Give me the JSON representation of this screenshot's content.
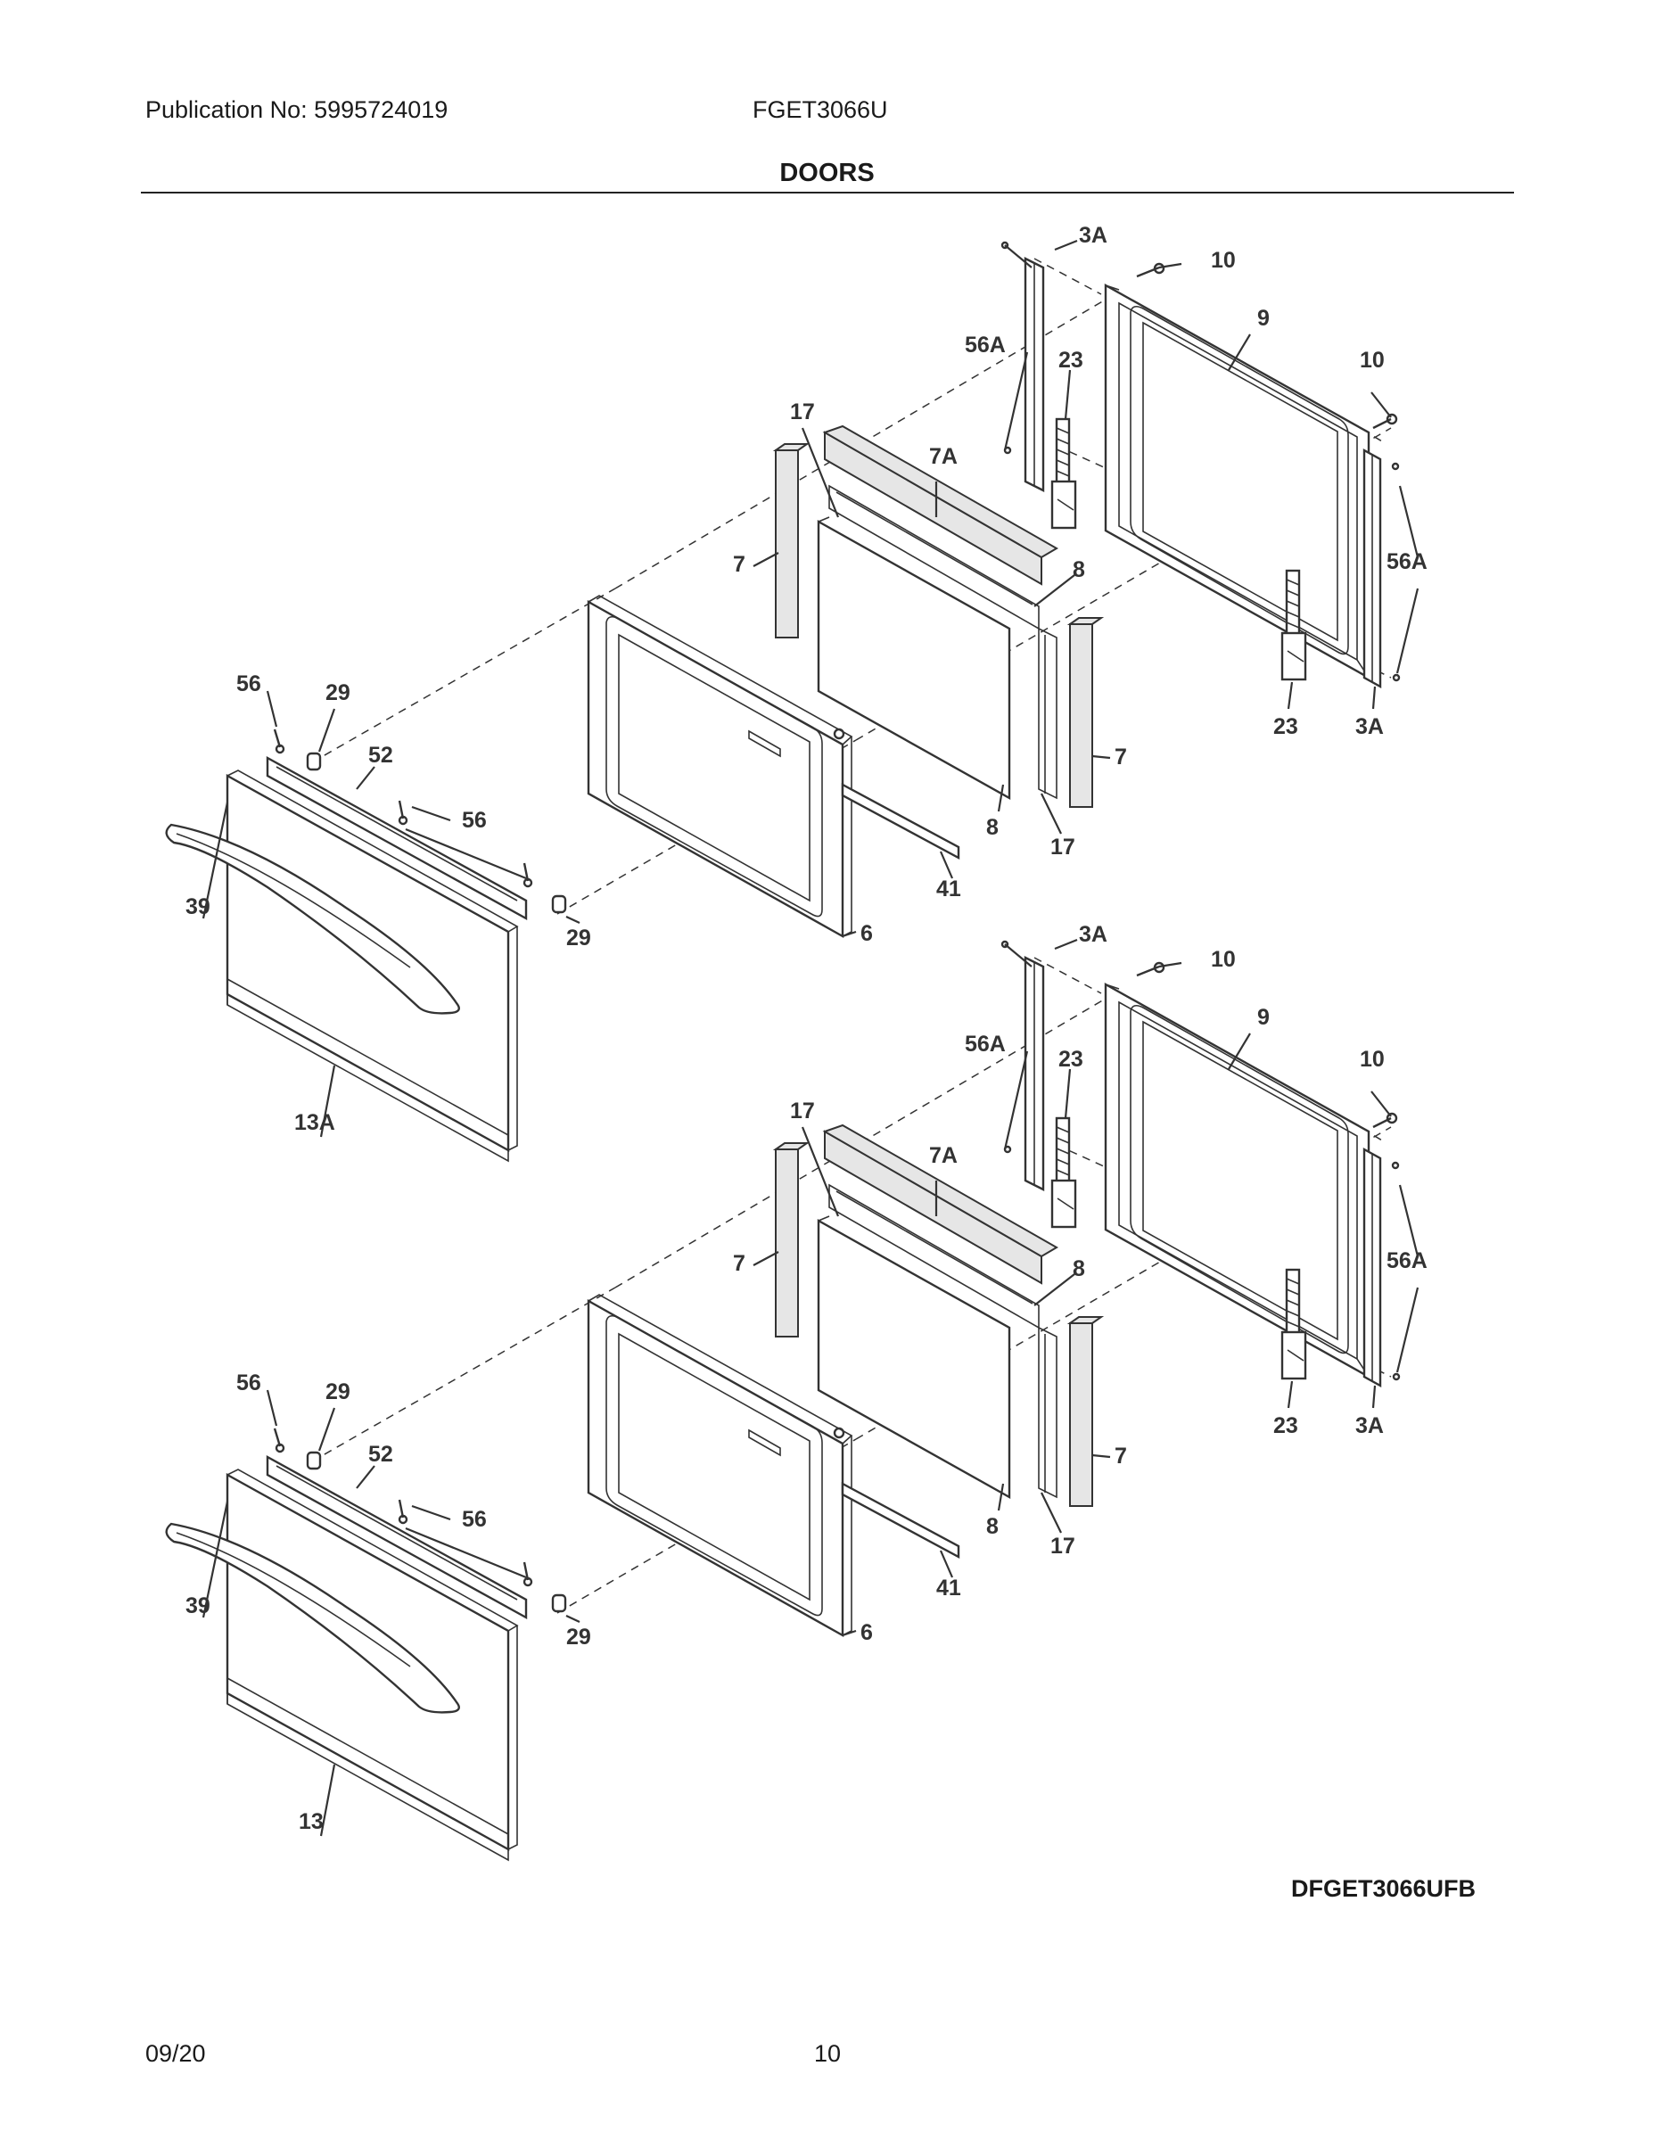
{
  "header": {
    "publication": "Publication No: 5995724019",
    "model": "FGET3066U",
    "title": "DOORS"
  },
  "assemblies": [
    {
      "labels": {
        "p3a_top": "3A",
        "p10_top": "10",
        "p9": "9",
        "p10_right": "10",
        "p56a_left": "56A",
        "p23_top": "23",
        "p17_top": "17",
        "p7a": "7A",
        "p56a_right": "56A",
        "p7_left": "7",
        "p8_top": "8",
        "p56_left": "56",
        "p29_top": "29",
        "p52": "52",
        "p23_bottom": "23",
        "p3a_bottom": "3A",
        "p56_mid": "56",
        "p7_right": "7",
        "p39": "39",
        "p8_bottom": "8",
        "p17_bottom": "17",
        "p41": "41",
        "p29_bottom": "29",
        "p6": "6",
        "p13": "13A"
      }
    },
    {
      "labels": {
        "p3a_top": "3A",
        "p10_top": "10",
        "p9": "9",
        "p10_right": "10",
        "p56a_left": "56A",
        "p23_top": "23",
        "p17_top": "17",
        "p7a": "7A",
        "p56a_right": "56A",
        "p7_left": "7",
        "p8_top": "8",
        "p56_left": "56",
        "p29_top": "29",
        "p52": "52",
        "p23_bottom": "23",
        "p3a_bottom": "3A",
        "p56_mid": "56",
        "p7_right": "7",
        "p39": "39",
        "p8_bottom": "8",
        "p17_bottom": "17",
        "p41": "41",
        "p29_bottom": "29",
        "p6": "6",
        "p13": "13"
      }
    }
  ],
  "drawing_id": "DFGET3066UFB",
  "footer": {
    "date": "09/20",
    "page": "10"
  }
}
